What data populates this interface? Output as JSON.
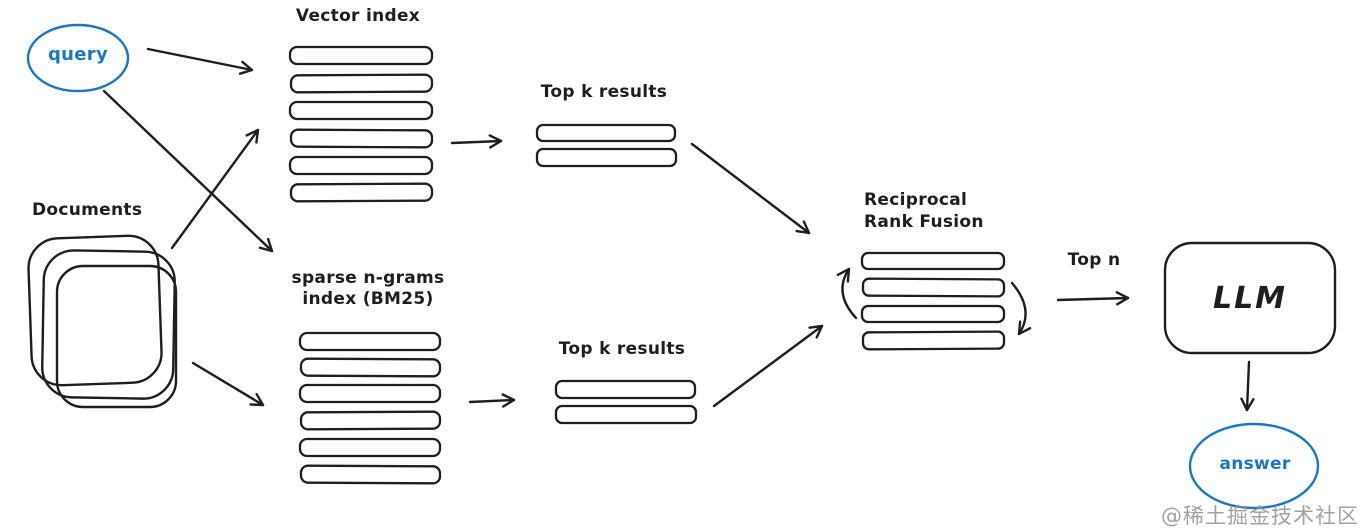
{
  "diagram": {
    "title_hint": "hybrid retrieval RAG flow (hand-drawn)",
    "nodes": {
      "query": {
        "label": "query",
        "shape": "ellipse",
        "color": "#1b78c0"
      },
      "documents": {
        "label": "Documents",
        "shape": "stacked-pages",
        "page_count": 3
      },
      "vector_index": {
        "label": "Vector index",
        "shape": "row-stack",
        "row_count": 6
      },
      "sparse_index": {
        "label_line1": "sparse n-grams",
        "label_line2": "index (BM25)",
        "shape": "row-stack",
        "row_count": 6
      },
      "top_k_vector": {
        "label": "Top k results",
        "shape": "row-stack",
        "row_count": 2
      },
      "top_k_sparse": {
        "label": "Top k results",
        "shape": "row-stack",
        "row_count": 2
      },
      "rrf": {
        "label_line1": "Reciprocal",
        "label_line2": "Rank Fusion",
        "shape": "row-stack",
        "row_count": 4
      },
      "llm": {
        "label": "LLM",
        "shape": "rounded-box"
      },
      "answer": {
        "label": "answer",
        "shape": "ellipse",
        "color": "#1b78c0"
      }
    },
    "edges": [
      {
        "from": "query",
        "to": "vector_index"
      },
      {
        "from": "query",
        "to": "sparse_index"
      },
      {
        "from": "documents",
        "to": "vector_index"
      },
      {
        "from": "documents",
        "to": "sparse_index"
      },
      {
        "from": "vector_index",
        "to": "top_k_vector"
      },
      {
        "from": "sparse_index",
        "to": "top_k_sparse"
      },
      {
        "from": "top_k_vector",
        "to": "rrf"
      },
      {
        "from": "top_k_sparse",
        "to": "rrf"
      },
      {
        "from": "rrf",
        "to": "llm",
        "label": "Top n"
      },
      {
        "from": "llm",
        "to": "answer"
      }
    ],
    "edge_labels": {
      "top_n": "Top n"
    },
    "watermark": "@稀土掘金技术社区",
    "colors": {
      "ink": "#1e1e1e",
      "accent_blue": "#1b78c0",
      "watermark_gray": "#919191",
      "background": "#ffffff"
    }
  }
}
